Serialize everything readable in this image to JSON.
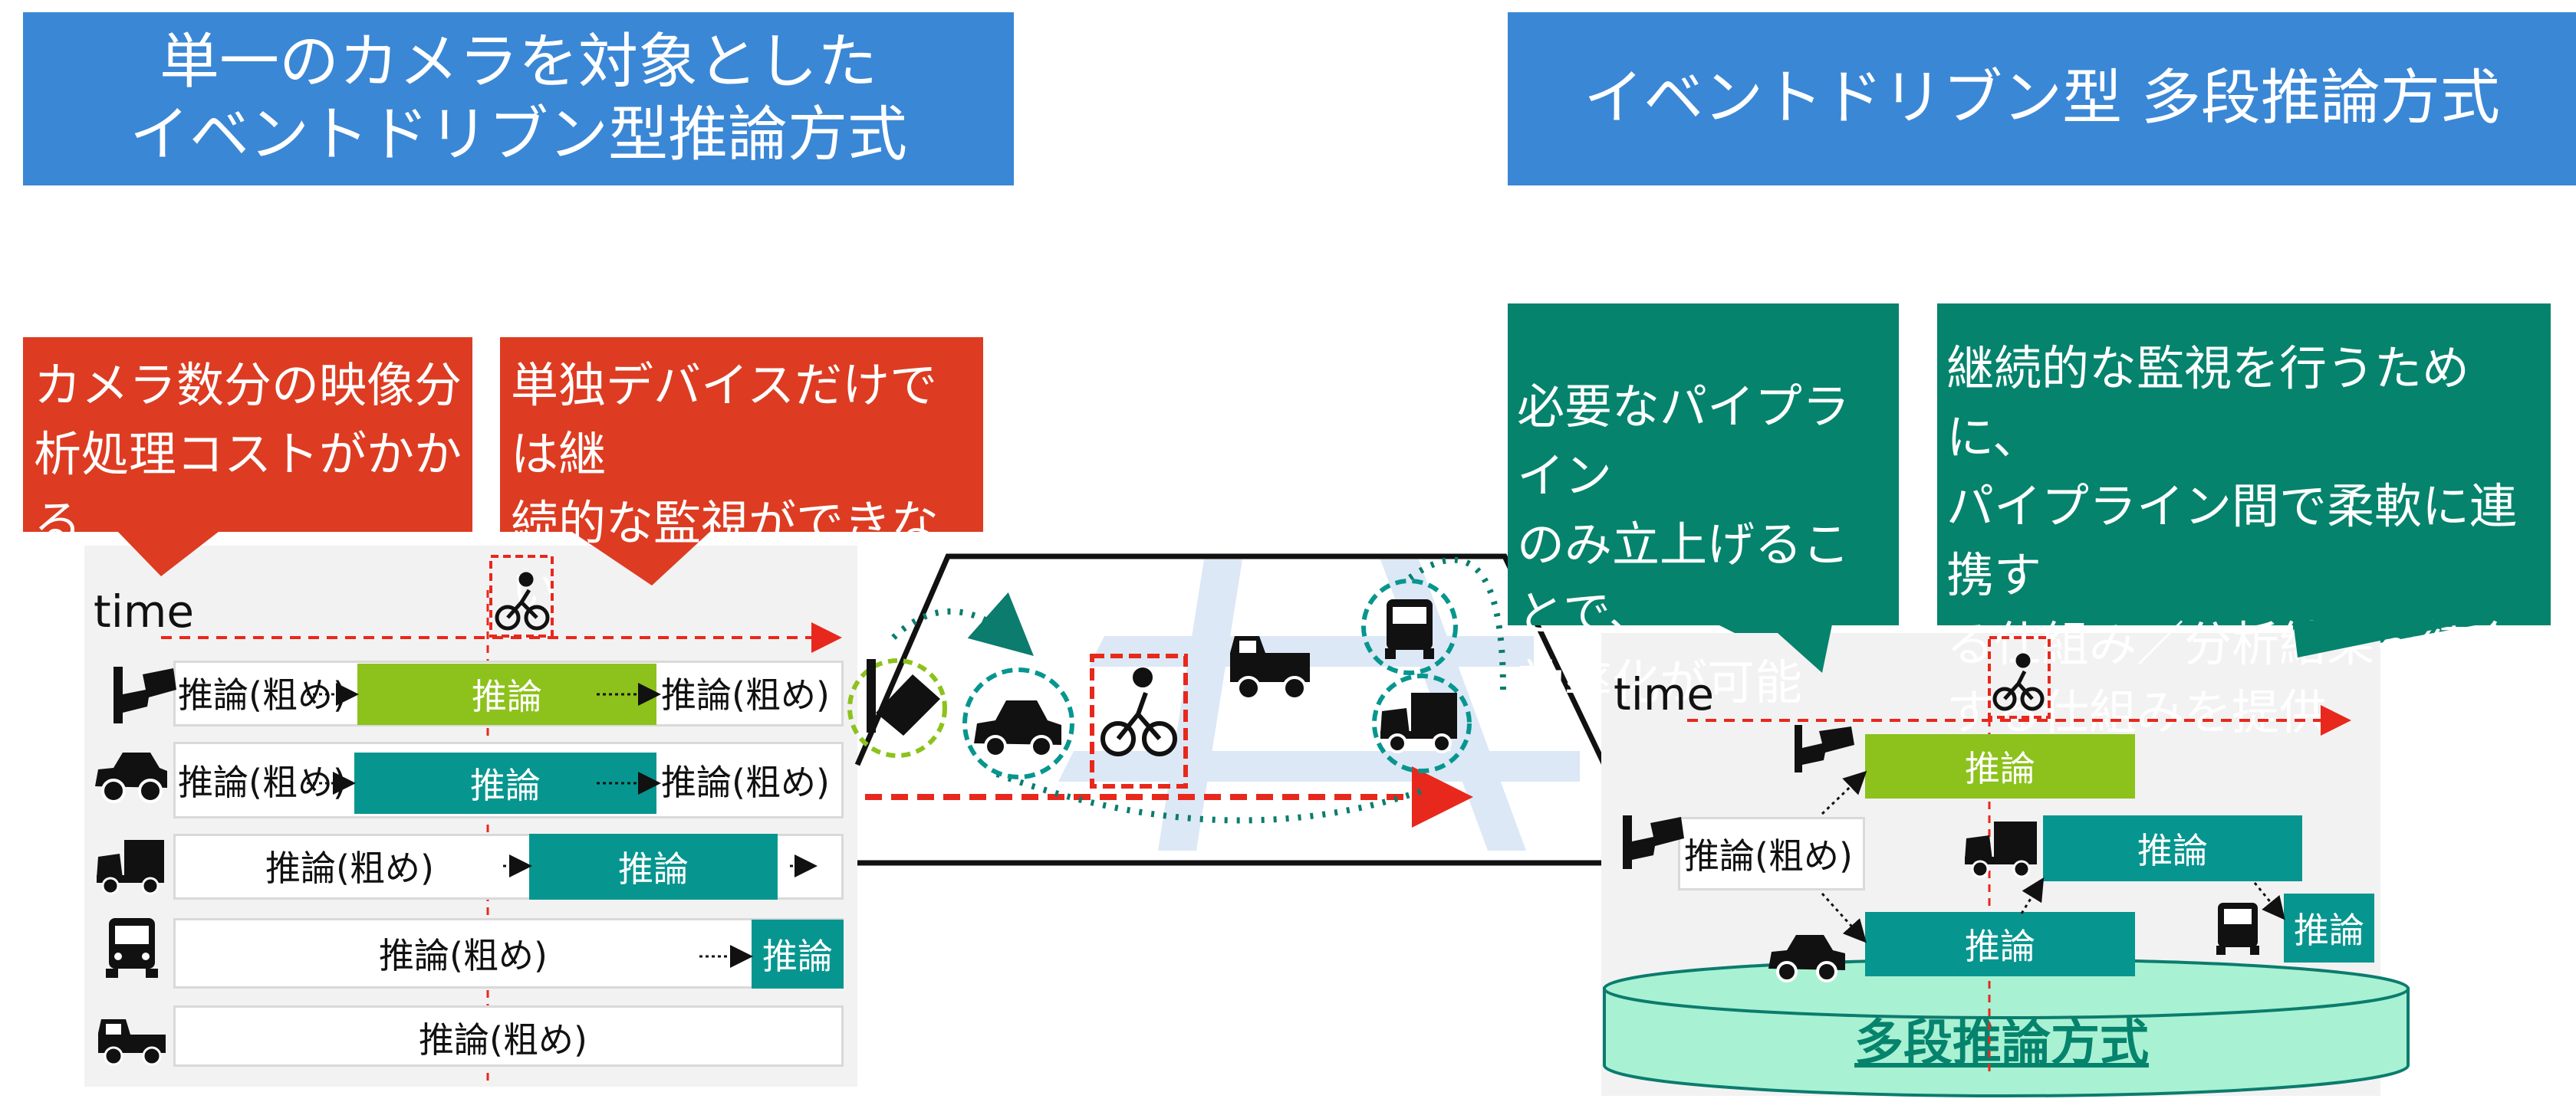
{
  "colors": {
    "header_blue": "#3a87d6",
    "callout_red": "#dd3c22",
    "callout_green": "#05836d",
    "lime": "#8cc21b",
    "teal": "#06968f",
    "arrow_red": "#e8281c",
    "dotted_teal": "#0b7c6e",
    "db_fill": "#a9f1d3"
  },
  "left": {
    "header_line1": "単一のカメラを対象とした",
    "header_line2": "イベントドリブン型推論方式",
    "callout1_line1": "カメラ数分の映像分",
    "callout1_line2": "析処理コストがかかる",
    "callout2_line1": "単独デバイスだけでは継",
    "callout2_line2": "続的な監視ができない",
    "time_label": "time",
    "rows": [
      {
        "icon": "camera-icon",
        "coarse_left": "推論(粗め)",
        "infer": "推論",
        "coarse_right": "推論(粗め)",
        "color": "lime"
      },
      {
        "icon": "car-icon",
        "coarse_left": "推論(粗め)",
        "infer": "推論",
        "coarse_right": "推論(粗め)",
        "color": "teal"
      },
      {
        "icon": "truck-icon",
        "coarse_left": "推論(粗め)",
        "infer": "推論",
        "color": "teal"
      },
      {
        "icon": "bus-icon",
        "coarse_left": "推論(粗め)",
        "infer": "推論",
        "color": "teal"
      },
      {
        "icon": "pickup-truck-icon",
        "coarse_left": "推論(粗め)"
      }
    ]
  },
  "right": {
    "header": "イベントドリブン型 多段推論方式",
    "callout1_line1": "必要なパイプライン",
    "callout1_line2": "のみ立上げることで、",
    "callout1_line3": "効率化が可能",
    "callout2_line1": "継続的な監視を行うために、",
    "callout2_line2": "パイプライン間で柔軟に連携す",
    "callout2_line3": "る仕組み／分析結果を統合",
    "callout2_line4": "する仕組みを提供",
    "time_label": "time",
    "coarse": "推論(粗め)",
    "infer_top": "推論",
    "infer_mid": "推論",
    "infer_bottom": "推論",
    "infer_small": "推論",
    "db_label": "多段推論方式"
  }
}
